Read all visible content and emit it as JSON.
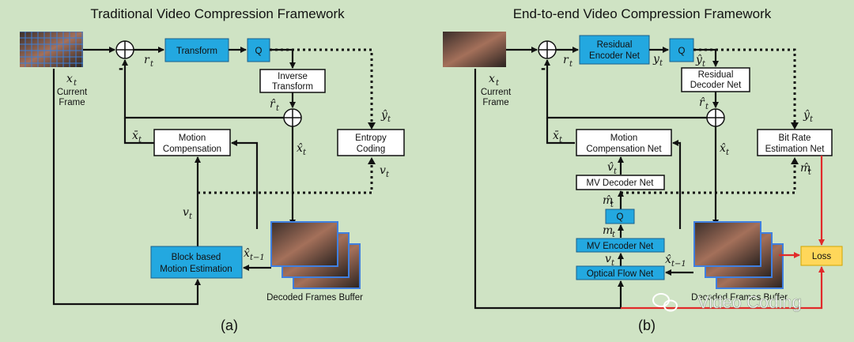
{
  "panel_a": {
    "title": "Traditional Video Compression Framework",
    "caption": "(a)",
    "boxes": {
      "transform": "Transform",
      "q": "Q",
      "inverse_transform_1": "Inverse",
      "inverse_transform_2": "Transform",
      "motion_comp_1": "Motion",
      "motion_comp_2": "Compensation",
      "entropy_1": "Entropy",
      "entropy_2": "Coding",
      "block_1": "Block based",
      "block_2": "Motion Estimation"
    },
    "labels": {
      "xt": "x",
      "xt_sub": "t",
      "current_1": "Current",
      "current_2": "Frame",
      "rt": "r",
      "rt_hat": "r̂",
      "xbar": "x̄",
      "xhat": "x̂",
      "yhat": "ŷ",
      "vt": "v",
      "vt2": "v",
      "xhat_prev": "x̂",
      "prev_sub": "t−1",
      "t": "t",
      "minus": "-",
      "buffer": "Decoded Frames Buffer"
    }
  },
  "panel_b": {
    "title": "End-to-end Video Compression Framework",
    "caption": "(b)",
    "boxes": {
      "residual_enc_1": "Residual",
      "residual_enc_2": "Encoder Net",
      "q": "Q",
      "residual_dec_1": "Residual",
      "residual_dec_2": "Decoder Net",
      "motion_comp_1": "Motion",
      "motion_comp_2": "Compensation Net",
      "bitrate_1": "Bit Rate",
      "bitrate_2": "Estimation Net",
      "mv_decoder": "MV Decoder Net",
      "q2": "Q",
      "mv_encoder": "MV Encoder Net",
      "optical_flow": "Optical Flow Net",
      "loss": "Loss"
    },
    "labels": {
      "xt": "x",
      "current_1": "Current",
      "current_2": "Frame",
      "rt": "r",
      "yt": "y",
      "yhat": "ŷ",
      "rt_hat": "r̂",
      "xbar": "x̄",
      "xhat": "x̂",
      "yhat2": "ŷ",
      "vhat": "v̂",
      "mhat": "m̂",
      "mhat2": "m̂",
      "mt": "m",
      "vt": "v",
      "xhat_prev": "x̂",
      "prev_sub": "t−1",
      "t": "t",
      "minus": "-",
      "buffer": "Decoded Frames Buffer"
    }
  },
  "watermark": "Video Coding",
  "colors": {
    "background": "#cfe3c4",
    "blue_box": "#23a8e0",
    "loss_box": "#ffd75a",
    "loss_lines": "#e12a2a"
  }
}
